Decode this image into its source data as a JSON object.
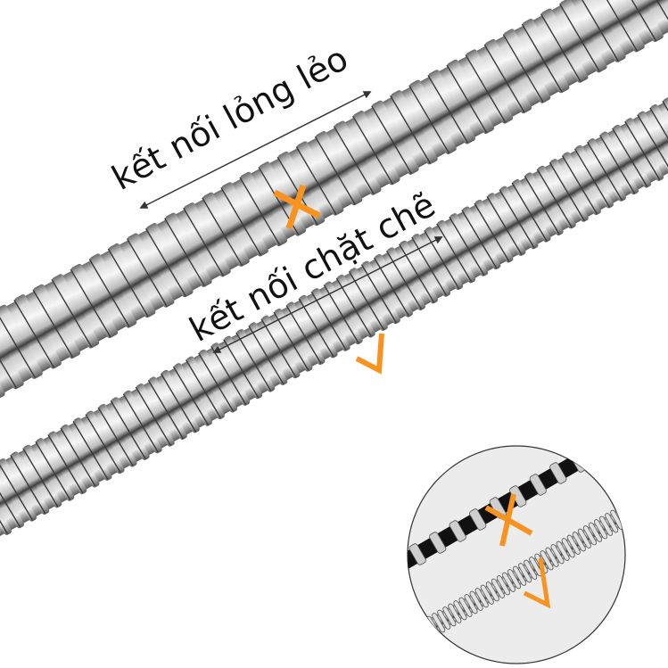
{
  "image": {
    "subject": "stainless steel shower hose comparison",
    "background_color": "#ffffff"
  },
  "hoses": [
    {
      "id": "loose",
      "label": "kết nối lỏng lẻo",
      "mark": "X",
      "mark_meaning": "bad"
    },
    {
      "id": "tight",
      "label": "kết nối chặt chẽ",
      "mark": "V",
      "mark_meaning": "good"
    }
  ],
  "inset": {
    "top_mark": "X",
    "bottom_mark": "V",
    "background_color": "#ececec"
  },
  "colors": {
    "mark": "#f7931e",
    "text": "#111111",
    "arrow": "#333333",
    "steel_light": "#f2f2f2",
    "steel_mid": "#b5b5b5",
    "steel_dark": "#4a4a4a"
  }
}
